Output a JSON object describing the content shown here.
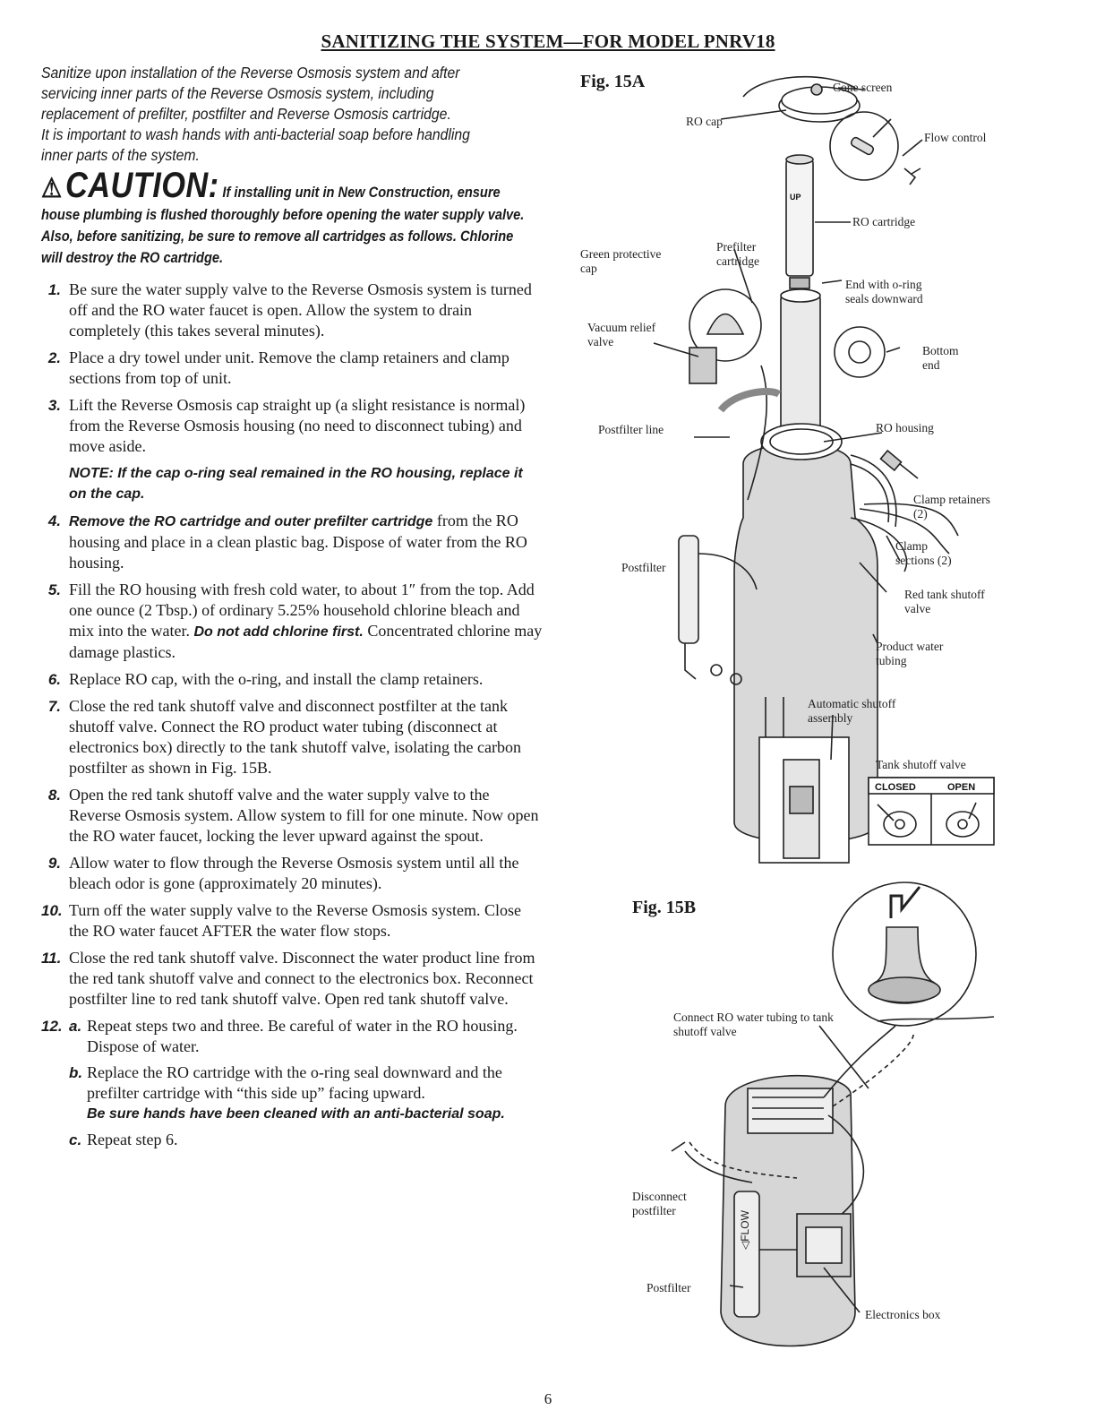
{
  "title": "SANITIZING THE SYSTEM—FOR MODEL PNRV18",
  "intro": [
    "Sanitize upon installation of the Reverse Osmosis system and after",
    "servicing inner parts of the Reverse Osmosis system, including",
    "replacement of prefilter, postfilter and Reverse Osmosis cartridge.",
    "It is important to wash hands with anti-bacterial soap before handling",
    "inner parts of the system."
  ],
  "caution": {
    "word": "CAUTION:",
    "lead": "If installing unit in New Construction, ensure",
    "body": "house plumbing is flushed thoroughly before opening the water supply valve. Also, before sanitizing, be sure to remove all cartridges as follows. Chlorine will destroy the RO cartridge."
  },
  "steps": {
    "s1": {
      "num": "1.",
      "text": "Be sure the water supply valve to the Reverse Osmosis system is turned off and the RO water faucet is open. Allow the system to drain completely (this takes several minutes)."
    },
    "s2": {
      "num": "2.",
      "text": "Place a dry towel under unit. Remove the clamp retainers and clamp sections from top of unit."
    },
    "s3": {
      "num": "3.",
      "text": "Lift the Reverse Osmosis cap straight up (a slight resistance is normal) from the Reverse Osmosis housing (no need to disconnect tubing) and move aside."
    },
    "note": "NOTE: If the cap o-ring seal remained in the RO housing, replace it on the cap.",
    "s4": {
      "num": "4.",
      "bold": "Remove the RO cartridge and outer prefilter cartridge",
      "text": " from the RO housing and place in a clean plastic bag. Dispose of water from the RO housing."
    },
    "s5": {
      "num": "5.",
      "text": "Fill the RO housing with fresh cold water, to about 1″ from the top. Add one ounce (2 Tbsp.) of ordinary 5.25% household chlorine bleach and mix into the water. ",
      "bold": "Do not add chlorine first.",
      "text2": " Concentrated chlorine may damage plastics."
    },
    "s6": {
      "num": "6.",
      "text": "Replace RO cap, with the o-ring, and install the clamp retainers."
    },
    "s7": {
      "num": "7.",
      "text": "Close the red tank shutoff valve and disconnect postfilter at the tank shutoff valve. Connect the RO product water tubing (disconnect at electronics box) directly to the tank shutoff valve, isolating the carbon postfilter as shown in Fig. 15B."
    },
    "s8": {
      "num": "8.",
      "text": "Open the red tank shutoff valve and the water supply valve to the Reverse Osmosis system. Allow system to fill for one minute. Now open the RO water faucet, locking the lever upward against the spout."
    },
    "s9": {
      "num": "9.",
      "text": "Allow water to flow through the Reverse Osmosis system until all the bleach odor is gone (approximately 20 minutes)."
    },
    "s10": {
      "num": "10.",
      "text": "Turn off the water supply valve to the Reverse Osmosis system. Close the RO water faucet AFTER the water flow stops."
    },
    "s11": {
      "num": "11.",
      "text": "Close the red tank shutoff valve. Disconnect the water product line from the red tank shutoff valve and connect to the electronics box. Reconnect postfilter line to red tank shutoff valve. Open red tank shutoff valve."
    },
    "s12": {
      "num": "12.",
      "a": {
        "letter": "a.",
        "text": "Repeat steps two and three. Be careful of water in the RO housing. Dispose of water."
      },
      "b": {
        "letter": "b.",
        "text": "Replace the RO cartridge with the o-ring seal downward and the prefilter cartridge with “this side up” facing upward.",
        "bold": "Be sure hands have been cleaned with an anti-bacterial soap."
      },
      "c": {
        "letter": "c.",
        "text": "Repeat step 6."
      }
    }
  },
  "fig15a": {
    "label": "Fig. 15A",
    "cone_screen": "Cone screen",
    "ro_cap": "RO cap",
    "flow_control": "Flow control",
    "ro_cartridge": "RO cartridge",
    "green_cap": "Green protective cap",
    "prefilter_cartridge": "Prefilter cartridge",
    "end_oring": "End with o-ring seals downward",
    "vacuum_relief": "Vacuum relief valve",
    "bottom_end": "Bottom end",
    "postfilter_line": "Postfilter line",
    "ro_housing": "RO housing",
    "clamp_retainers": "Clamp retainers (2)",
    "clamp_sections": "Clamp sections (2)",
    "postfilter": "Postfilter",
    "red_tank_valve": "Red tank shutoff valve",
    "product_water_tubing": "Product water tubing",
    "auto_shutoff": "Automatic shutoff assembly",
    "tank_shutoff_valve": "Tank shutoff valve",
    "closed": "CLOSED",
    "open": "OPEN",
    "up": "UP"
  },
  "fig15b": {
    "label": "Fig. 15B",
    "connect_ro": "Connect RO water tubing to tank shutoff valve",
    "disconnect_postfilter": "Disconnect postfilter",
    "postfilter": "Postfilter",
    "electronics_box": "Electronics box",
    "flow": "◁FLOW"
  },
  "page_number": "6"
}
